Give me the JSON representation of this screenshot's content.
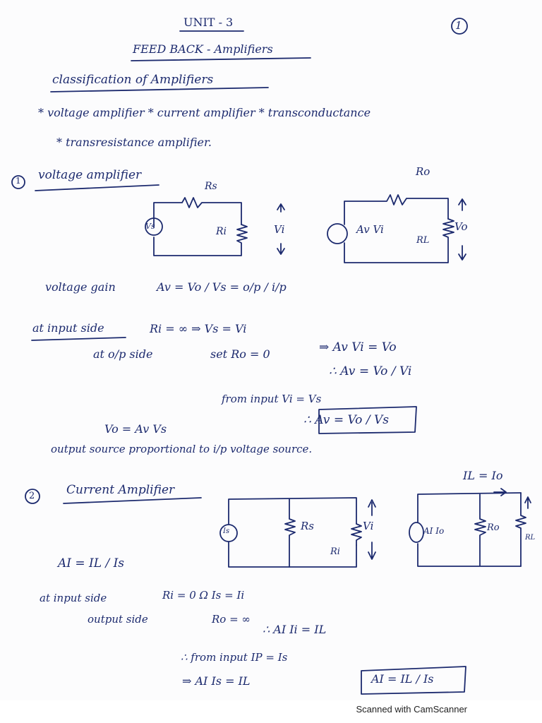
{
  "page_number": "1",
  "unit": "UNIT - 3",
  "heading": "FEED BACK - Amplifiers",
  "classification_title": "classification of Amplifiers",
  "types_line1": "* voltage amplifier  * current amplifier  * transconductance",
  "types_line2": "* transresistance amplifier.",
  "s1_num": "1",
  "s1_title": "voltage amplifier",
  "labels": {
    "rs": "Rs",
    "vs": "Vs",
    "ri": "Ri",
    "vi": "Vi",
    "ro": "Ro",
    "avvi": "Av Vi",
    "rl": "RL",
    "vo": "Vo",
    "is": "Is",
    "ri2": "Ri",
    "vi2": "Vi",
    "rs2": "Rs",
    "aiio": "AI Io",
    "ro2": "Ro",
    "rl2": "RL",
    "il_io": "IL = Io"
  },
  "v_gain_label": "voltage gain",
  "v_gain_formula": "Av = Vo / Vs = o/p / i/p",
  "v_input_label": "at input side",
  "v_input_eq": "Ri = ∞   ⇒ Vs = Vi",
  "v_output_label": "at o/p side",
  "v_output_eq": "set Ro = 0",
  "v_eq_avvi": "⇒ Av Vi = Vo",
  "v_eq_av": "∴ Av = Vo / Vi",
  "v_from_input": "from input Vi = Vs",
  "v_boxed": "∴ Av = Vo / Vs",
  "v_vo_eq": "Vo = Av Vs",
  "v_output_note": "output source proportional to i/p voltage source.",
  "s2_num": "2",
  "s2_title": "Current Amplifier",
  "i_gain_formula": "AI = IL / Is",
  "i_input_label": "at input side",
  "i_input_eq": "Ri = 0 Ω    Is = Ii",
  "i_output_label": "output side",
  "i_output_eq": "Ro = ∞",
  "i_eq1": "∴ AI Ii = IL",
  "i_from_input": "∴ from input  IP = Is",
  "i_eq2": "⇒ AI Is = IL",
  "i_boxed": "AI = IL / Is",
  "footer_text": "Scanned with CamScanner"
}
